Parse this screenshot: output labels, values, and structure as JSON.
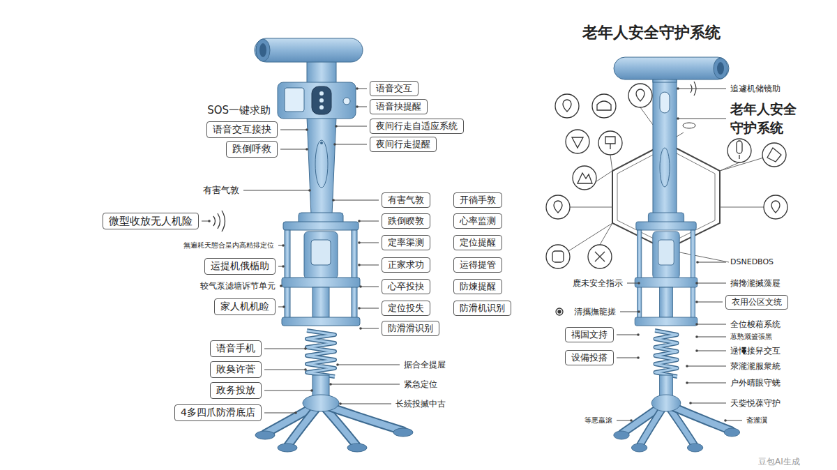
{
  "diagram": {
    "title": "老年人安全守护系统",
    "nodes": [
      {
        "text": [
          "语音交互"
        ]
      },
      {
        "text": [
          "语音交互接抉"
        ]
      },
      {
        "text": [
          "语音抉提醒"
        ]
      },
      {
        "text": [
          "夜间行走自适应系统"
        ]
      },
      {
        "text": [
          "跌倒呼救"
        ]
      },
      {
        "text": [
          "夜间行走提醒"
        ]
      },
      {
        "text": [
          "有害气敦"
        ]
      },
      {
        "text": [
          "开徜手敦"
        ]
      },
      {
        "text": [
          "跌倒睽敦"
        ]
      },
      {
        "text": [
          "心率监测"
        ]
      },
      {
        "text": [
          "微型收放无人机险"
        ]
      },
      {
        "text": [
          "定率渠测"
        ]
      },
      {
        "text": [
          "定位提醒"
        ]
      },
      {
        "text": [
          "正家求功"
        ]
      },
      {
        "text": [
          "运得提管"
        ]
      },
      {
        "text": [
          "运提机俄楯助"
        ]
      },
      {
        "text": [
          "心卒投抉"
        ]
      },
      {
        "text": [
          "防煉提醒"
        ]
      },
      {
        "text": [
          "家人机机睑"
        ]
      },
      {
        "text": [
          "定位投失"
        ]
      },
      {
        "text": [
          "防滑机识别"
        ]
      },
      {
        "text": [
          "防滑滑识别"
        ]
      },
      {
        "text": [
          "语音手机"
        ]
      },
      {
        "text": [
          "敗奐许菅"
        ]
      },
      {
        "text": [
          "政务投放"
        ]
      },
      {
        "text": [
          "4多四爪防滑底店"
        ]
      },
      {
        "text": [
          "衣用公区文统"
        ]
      },
      {
        "text": [
          "禑国文持"
        ]
      },
      {
        "text": [
          "设備投搭"
        ]
      }
    ],
    "labels": [
      "SOS一键求助",
      "有害气敦",
      "無遍耗天態合呈内高精排定位",
      "较气泵滤塘诉节单元",
      "据合全提屉",
      "紧急定位",
      "长続投搣中古",
      "追遽机储镜助",
      "老年人安全守护系统",
      "DSNEDBOS",
      "鹿未安全指示",
      "揣搀瀧搣藻屣",
      "清攜撫龍搓",
      "全位梭葙系统",
      "葸慹溉篕張黑",
      "逯憴接舁交互",
      "荥瀧瀧服衆統",
      "户外晴眼守蜣",
      "天姕悦葆守护",
      "等悪羸滾",
      "斋瀧瀷",
      "豆包AI生成"
    ]
  }
}
